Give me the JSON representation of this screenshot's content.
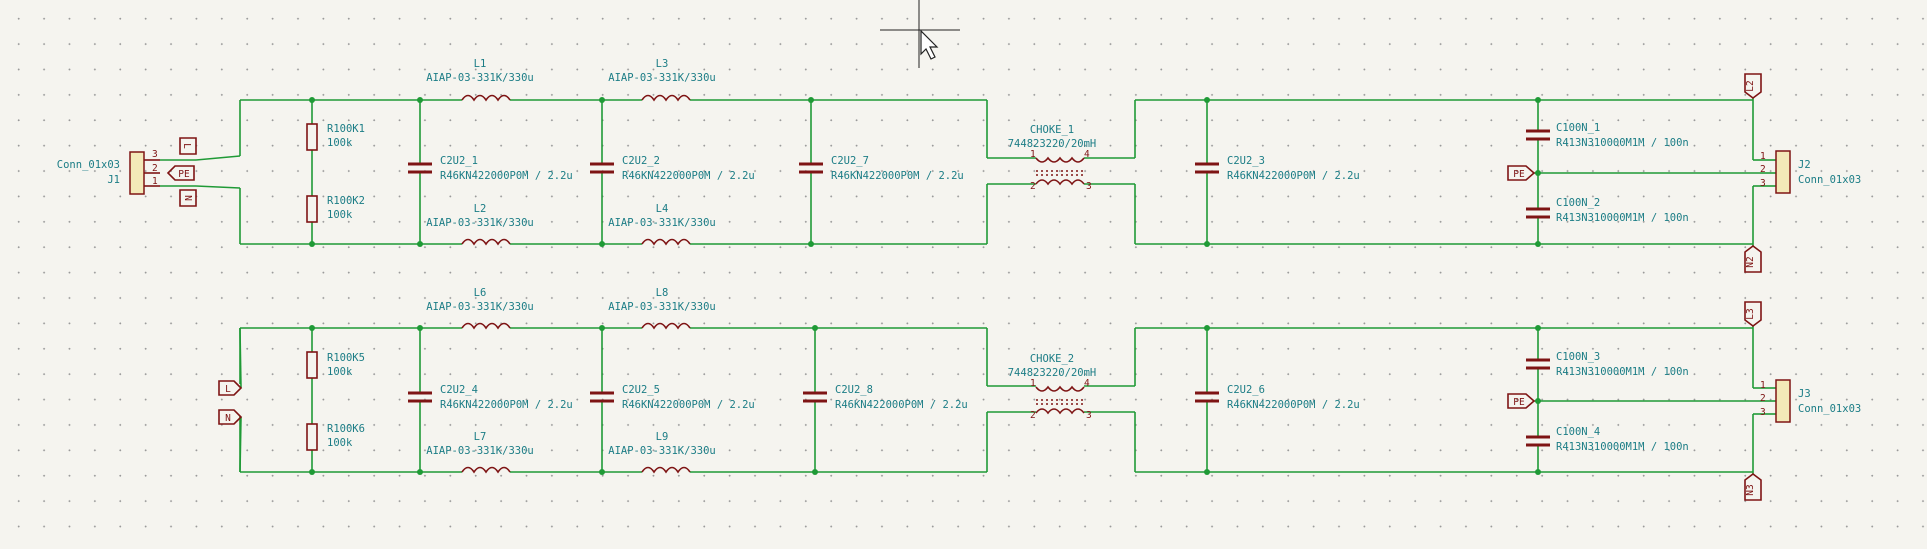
{
  "schematic": {
    "connectors": {
      "j1": {
        "ref": "J1",
        "value": "Conn_01x03",
        "pins": [
          "3",
          "2",
          "1"
        ]
      },
      "j2": {
        "ref": "J2",
        "value": "Conn_01x03",
        "pins": [
          "1",
          "2",
          "3"
        ]
      },
      "j3": {
        "ref": "J3",
        "value": "Conn_01x03",
        "pins": [
          "1",
          "2",
          "3"
        ]
      }
    },
    "labels": {
      "L": "L",
      "N": "N",
      "PE": "PE",
      "L2": "L2",
      "N2": "N2",
      "L3": "L3",
      "N3": "N3"
    },
    "resistors": [
      {
        "ref": "R100K1",
        "value": "100k"
      },
      {
        "ref": "R100K2",
        "value": "100k"
      },
      {
        "ref": "R100K5",
        "value": "100k"
      },
      {
        "ref": "R100K6",
        "value": "100k"
      }
    ],
    "inductors": [
      {
        "ref": "L1",
        "value": "AIAP-03-331K/330u"
      },
      {
        "ref": "L3",
        "value": "AIAP-03-331K/330u"
      },
      {
        "ref": "L2",
        "value": "AIAP-03-331K/330u"
      },
      {
        "ref": "L4",
        "value": "AIAP-03-331K/330u"
      },
      {
        "ref": "L6",
        "value": "AIAP-03-331K/330u"
      },
      {
        "ref": "L8",
        "value": "AIAP-03-331K/330u"
      },
      {
        "ref": "L7",
        "value": "AIAP-03-331K/330u"
      },
      {
        "ref": "L9",
        "value": "AIAP-03-331K/330u"
      }
    ],
    "capacitors_x": [
      {
        "ref": "C2U2_1",
        "value": "R46KN422000P0M / 2.2u"
      },
      {
        "ref": "C2U2_2",
        "value": "R46KN422000P0M / 2.2u"
      },
      {
        "ref": "C2U2_7",
        "value": "R46KN422000P0M / 2.2u"
      },
      {
        "ref": "C2U2_3",
        "value": "R46KN422000P0M / 2.2u"
      },
      {
        "ref": "C2U2_4",
        "value": "R46KN422000P0M / 2.2u"
      },
      {
        "ref": "C2U2_5",
        "value": "R46KN422000P0M / 2.2u"
      },
      {
        "ref": "C2U2_8",
        "value": "R46KN422000P0M / 2.2u"
      },
      {
        "ref": "C2U2_6",
        "value": "R46KN422000P0M / 2.2u"
      }
    ],
    "capacitors_y": [
      {
        "ref": "C100N_1",
        "value": "R413N310000M1M / 100n"
      },
      {
        "ref": "C100N_2",
        "value": "R413N310000M1M / 100n"
      },
      {
        "ref": "C100N_3",
        "value": "R413N310000M1M / 100n"
      },
      {
        "ref": "C100N_4",
        "value": "R413N310000M1M / 100n"
      }
    ],
    "chokes": [
      {
        "ref": "CHOKE_1",
        "value": "744823220/20mH",
        "pins": [
          "1",
          "4",
          "2",
          "3"
        ]
      },
      {
        "ref": "CHOKE_2",
        "value": "744823220/20mH",
        "pins": [
          "1",
          "4",
          "2",
          "3"
        ]
      }
    ]
  },
  "colors": {
    "wire": "#1f9a36",
    "component": "#7e1414",
    "text": "#1c7d86",
    "background": "#f5f4ef"
  },
  "icons": {
    "cursor": "crosshair-cursor-icon",
    "pointer": "mouse-pointer-icon"
  }
}
